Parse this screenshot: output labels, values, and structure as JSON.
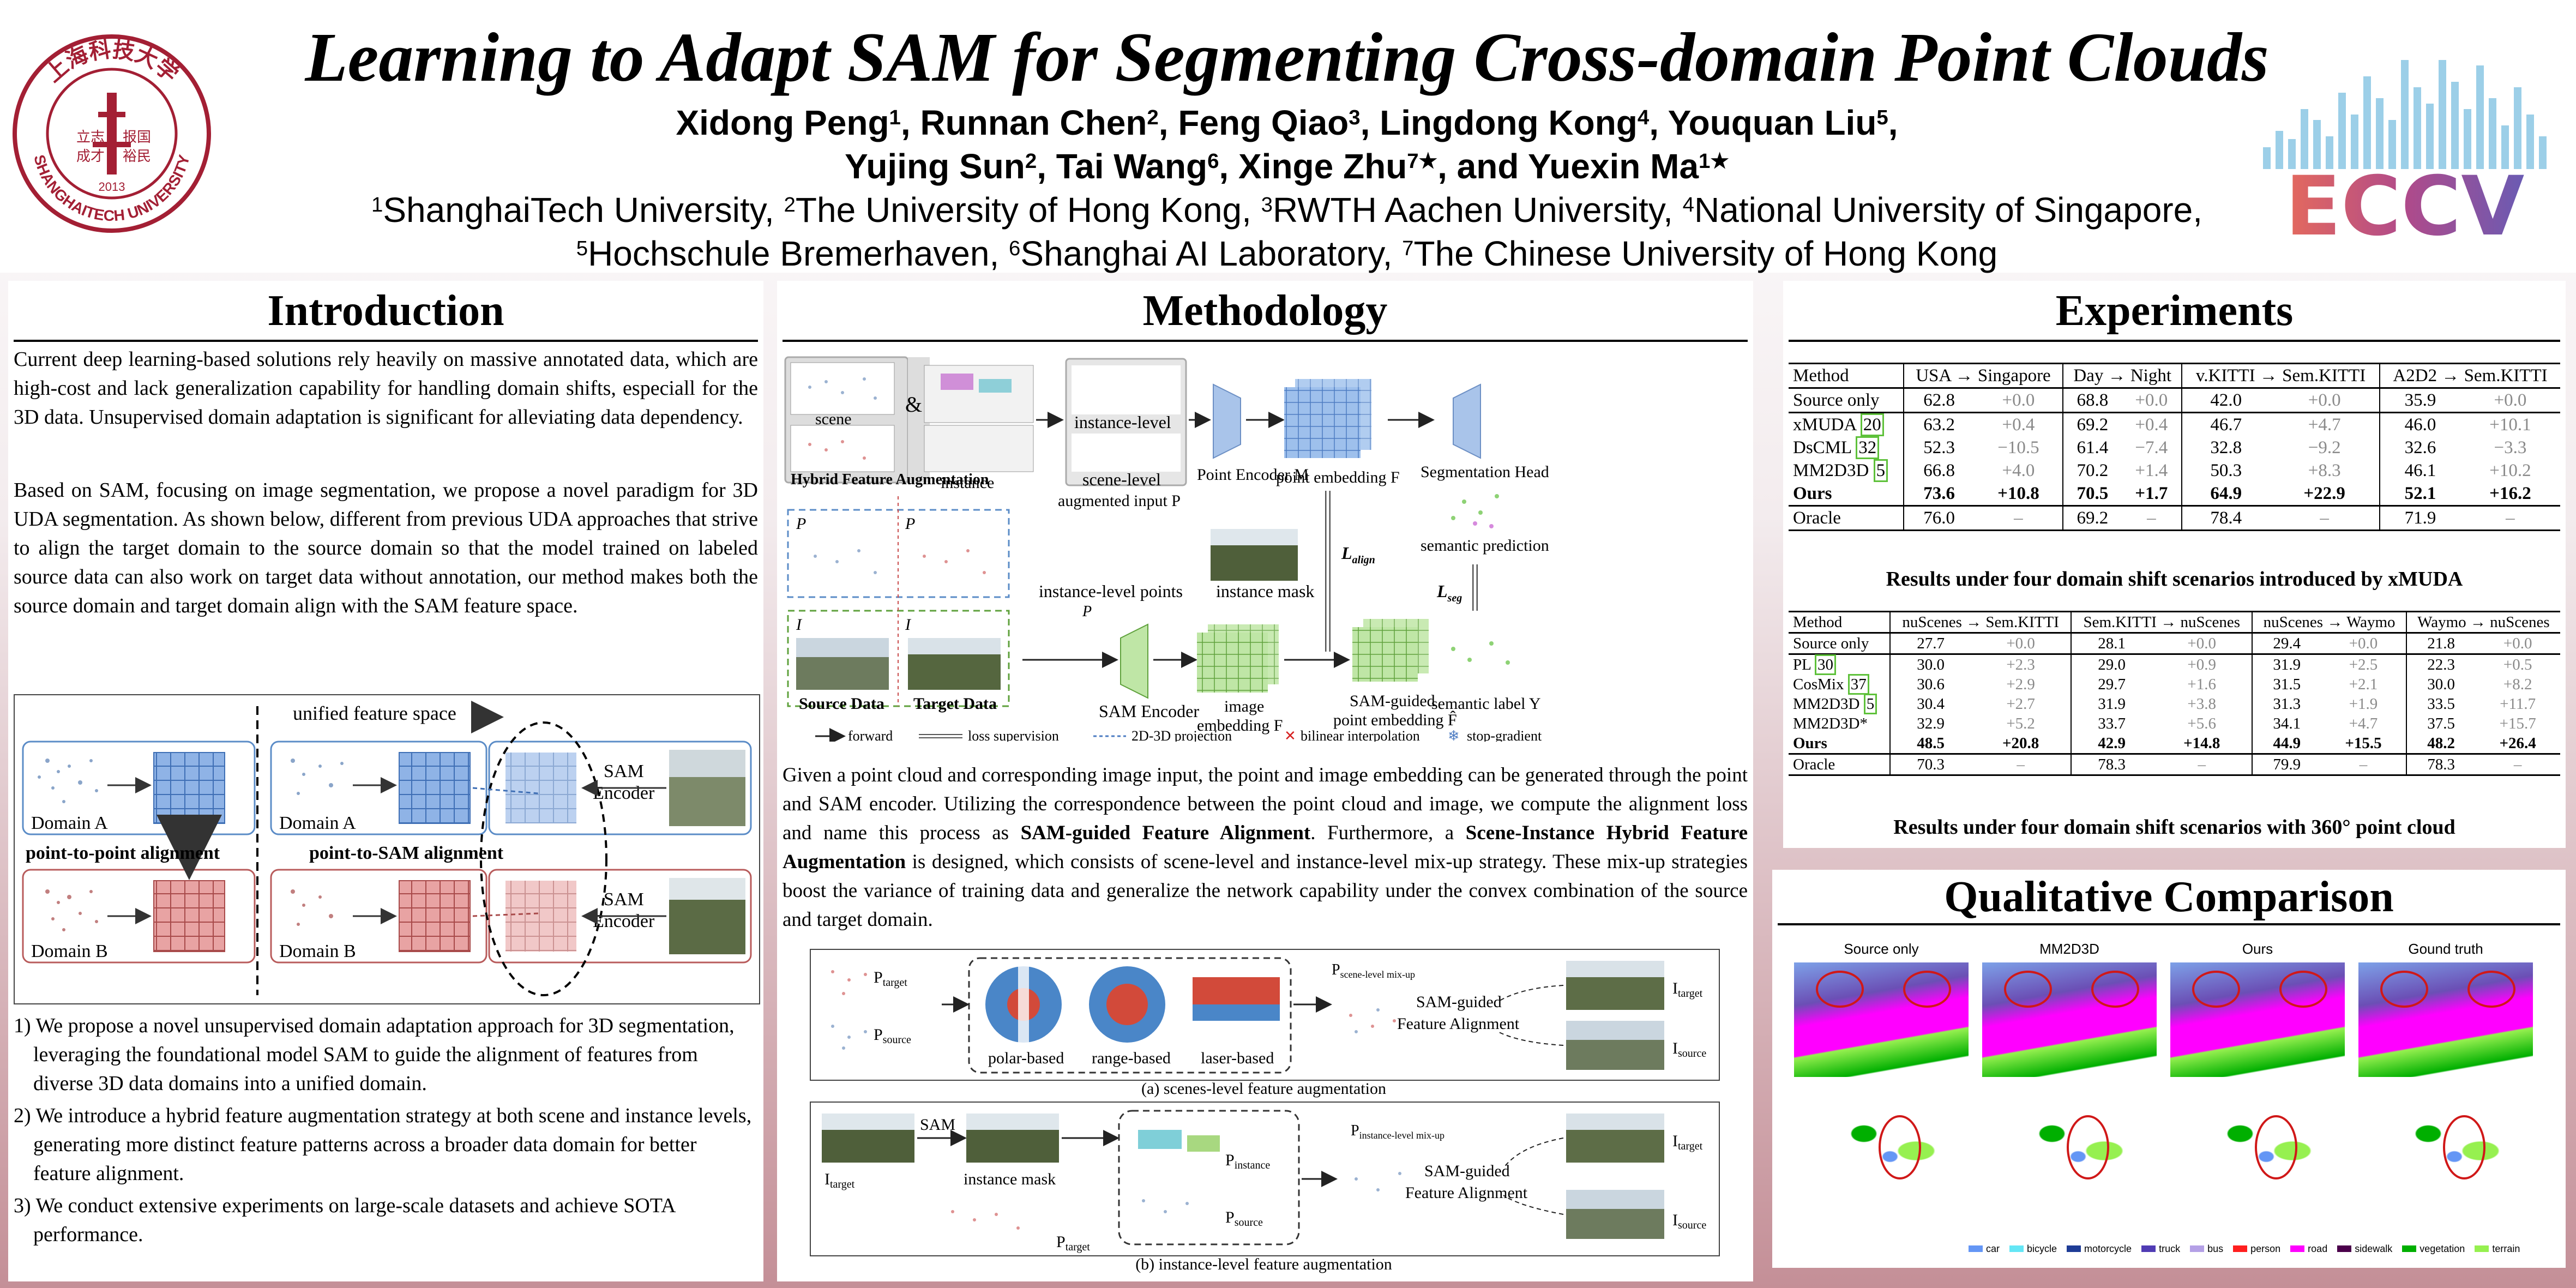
{
  "header": {
    "title": "Learning to Adapt SAM for Segmenting Cross-domain Point Clouds",
    "authors_line1": [
      {
        "name": "Xidong Peng",
        "sup": "1"
      },
      {
        "name": "Runnan Chen",
        "sup": "2"
      },
      {
        "name": "Feng Qiao",
        "sup": "3"
      },
      {
        "name": "Lingdong Kong",
        "sup": "4"
      },
      {
        "name": "Youquan Liu",
        "sup": "5"
      }
    ],
    "authors_line2": [
      {
        "name": "Yujing Sun",
        "sup": "2"
      },
      {
        "name": "Tai Wang",
        "sup": "6"
      },
      {
        "name": "Xinge Zhu",
        "sup": "7★"
      },
      {
        "name": "Yuexin Ma",
        "sup": "1★"
      }
    ],
    "affil_line1": [
      {
        "sup": "1",
        "name": "ShanghaiTech University"
      },
      {
        "sup": "2",
        "name": "The University of Hong Kong"
      },
      {
        "sup": "3",
        "name": "RWTH Aachen University"
      },
      {
        "sup": "4",
        "name": "National University of Singapore"
      }
    ],
    "affil_line2": [
      {
        "sup": "5",
        "name": "Hochschule Bremerhaven"
      },
      {
        "sup": "6",
        "name": "Shanghai AI Laboratory"
      },
      {
        "sup": "7",
        "name": "The Chinese University of Hong Kong"
      }
    ],
    "left_logo": {
      "chinese": "上海科技大学",
      "english": "SHANGHAITECH UNIVERSITY",
      "year": "2013",
      "center_cjk": "立志成才报国裕民"
    },
    "right_logo": {
      "text": "ECCV"
    }
  },
  "intro": {
    "title": "Introduction",
    "p1": "Current deep learning-based solutions rely heavily on massive annotated data, which are high-cost and lack generalization capability for handling domain shifts, especiall for the 3D data. Unsupervised domain adaptation is significant for alleviating data dependency.",
    "p2": "Based on SAM, focusing on image segmentation, we propose a novel paradigm for 3D UDA segmentation. As shown below, different from previous UDA approaches that strive to align the target domain to the source domain so that the model trained on labeled source data can also work on target data without annotation, our method makes both the source domain and target domain align with the SAM feature space.",
    "figure": {
      "unified": "unified feature space",
      "domain_a": "Domain A",
      "domain_b": "Domain B",
      "p2p": "point-to-point  alignment",
      "p2sam": "point-to-SAM alignment",
      "sam_encoder_1": "SAM",
      "sam_encoder_2": "Encoder"
    },
    "contributions": [
      "1) We propose a novel unsupervised domain adaptation approach for 3D segmentation, leveraging the foundational model SAM to guide the alignment of features from diverse 3D data domains into a unified domain.",
      "2) We introduce a hybrid feature augmentation strategy at both scene and instance levels, generating more distinct feature patterns across a broader data domain for better feature alignment.",
      "3) We conduct extensive experiments on large-scale datasets and achieve SOTA performance."
    ]
  },
  "method": {
    "title": "Methodology",
    "fig": {
      "scene": "scene",
      "instance": "instance",
      "hybrid": "Hybrid Feature Augmentation",
      "instance_level": "instance-level",
      "scene_level": "scene-level",
      "augmented": "augmented input P",
      "point_encoder": "Point Encoder M",
      "point_embedding": "point embedding F",
      "seg_head": "Segmentation Head",
      "semantic_pred": "semantic prediction",
      "l_align": "L",
      "l_align_sub": "align",
      "l_seg": "L",
      "l_seg_sub": "seg",
      "p_source": "P",
      "p_target": "P",
      "inst_points": "instance-level points",
      "p_instance": "P",
      "inst_mask": "instance mask",
      "i_source": "I",
      "i_target": "I",
      "source_data": "Source Data",
      "target_data": "Target Data",
      "sam_encoder": "SAM Encoder",
      "image_emb": "image",
      "image_emb2": "embedding F",
      "sam_guided": "SAM-guided",
      "sam_guided2": "point embedding F̂",
      "semantic_label": "semantic label Y",
      "legend_forward": "forward",
      "legend_loss": "loss supervision",
      "legend_proj": "2D-3D projection",
      "legend_bilinear": "bilinear interpolation",
      "legend_stop": "stop-gradient"
    },
    "para_pre": "Given a point cloud and corresponding image input, the point and image embedding can be generated through the point and  SAM encoder. Utilizing the correspondence between the point cloud and image, we compute the alignment loss and name this process as ",
    "para_bold1": "SAM-guided Feature Alignment",
    "para_mid": ". Furthermore, a ",
    "para_bold2": "Scene-Instance Hybrid Feature Augmentation",
    "para_post": " is designed, which consists of scene-level and instance-level mix-up strategy. These mix-up strategies boost the variance of training data and generalize the network capability under the convex combination of the source and target domain.",
    "scene_fig": {
      "p_target": "P",
      "p_target_sub": "target",
      "p_source": "P",
      "p_source_sub": "source",
      "polar": "polar-based",
      "range": "range-based",
      "laser": "laser-based",
      "mixup": "P",
      "mixup_sub": "scene-level mix-up",
      "sam_guided": "SAM-guided",
      "fa": "Feature Alignment",
      "i_target": "I",
      "i_target_sub": "target",
      "i_source": "I",
      "i_source_sub": "source",
      "caption": "(a) scenes-level feature augmentation"
    },
    "inst_fig": {
      "sam": "SAM",
      "i_target": "I",
      "i_target_sub": "target",
      "inst_mask": "instance mask",
      "p_target": "P",
      "p_target_sub": "target",
      "p_instance": "P",
      "p_instance_sub": "instance",
      "p_source": "P",
      "p_source_sub": "source",
      "mixup": "P",
      "mixup_sub": "instance-level mix-up",
      "sam_guided": "SAM-guided",
      "fa": "Feature Alignment",
      "i_target_r": "I",
      "i_source_r": "I",
      "i_source_r_sub": "source",
      "caption": "(b) instance-level feature augmentation"
    }
  },
  "experiments": {
    "title": "Experiments",
    "table1": {
      "headers": [
        "Method",
        "USA → Singapore",
        "Day → Night",
        "v.KITTI → Sem.KITTI",
        "A2D2 → Sem.KITTI"
      ],
      "source": [
        "Source only",
        "62.8",
        "+0.0",
        "68.8",
        "+0.0",
        "42.0",
        "+0.0",
        "35.9",
        "+0.0"
      ],
      "rows": [
        {
          "method": "xMUDA",
          "cite": "20",
          "vals": [
            "63.2",
            "+0.4",
            "69.2",
            "+0.4",
            "46.7",
            "+4.7",
            "46.0",
            "+10.1"
          ]
        },
        {
          "method": "DsCML",
          "cite": "32",
          "vals": [
            "52.3",
            "−10.5",
            "61.4",
            "−7.4",
            "32.8",
            "−9.2",
            "32.6",
            "−3.3"
          ]
        },
        {
          "method": "MM2D3D",
          "cite": "5",
          "vals": [
            "66.8",
            "+4.0",
            "70.2",
            "+1.4",
            "50.3",
            "+8.3",
            "46.1",
            "+10.2"
          ]
        }
      ],
      "ours": [
        "Ours",
        "73.6",
        "+10.8",
        "70.5",
        "+1.7",
        "64.9",
        "+22.9",
        "52.1",
        "+16.2"
      ],
      "oracle": [
        "Oracle",
        "76.0",
        "–",
        "69.2",
        "–",
        "78.4",
        "–",
        "71.9",
        "–"
      ],
      "caption": "Results under four domain shift scenarios introduced by xMUDA"
    },
    "table2": {
      "headers": [
        "Method",
        "nuScenes → Sem.KITTI",
        "Sem.KITTI → nuScenes",
        "nuScenes → Waymo",
        "Waymo → nuScenes"
      ],
      "source": [
        "Source only",
        "27.7",
        "+0.0",
        "28.1",
        "+0.0",
        "29.4",
        "+0.0",
        "21.8",
        "+0.0"
      ],
      "rows": [
        {
          "method": "PL",
          "cite": "30",
          "vals": [
            "30.0",
            "+2.3",
            "29.0",
            "+0.9",
            "31.9",
            "+2.5",
            "22.3",
            "+0.5"
          ]
        },
        {
          "method": "CosMix",
          "cite": "37",
          "vals": [
            "30.6",
            "+2.9",
            "29.7",
            "+1.6",
            "31.5",
            "+2.1",
            "30.0",
            "+8.2"
          ]
        },
        {
          "method": "MM2D3D",
          "cite": "5",
          "vals": [
            "30.4",
            "+2.7",
            "31.9",
            "+3.8",
            "31.3",
            "+1.9",
            "33.5",
            "+11.7"
          ]
        },
        {
          "method": "MM2D3D*",
          "cite": "",
          "vals": [
            "32.9",
            "+5.2",
            "33.7",
            "+5.6",
            "34.1",
            "+4.7",
            "37.5",
            "+15.7"
          ]
        }
      ],
      "ours": [
        "Ours",
        "48.5",
        "+20.8",
        "42.9",
        "+14.8",
        "44.9",
        "+15.5",
        "48.2",
        "+26.4"
      ],
      "oracle": [
        "Oracle",
        "70.3",
        "–",
        "78.3",
        "–",
        "79.9",
        "–",
        "78.3",
        "–"
      ],
      "caption": "Results under four domain shift scenarios with 360° point cloud"
    }
  },
  "qualitative": {
    "title": "Qualitative Comparison",
    "columns": [
      "Source only",
      "MM2D3D",
      "Ours",
      "Gound truth"
    ],
    "legend": [
      {
        "name": "car",
        "color": "#6496f5"
      },
      {
        "name": "bicycle",
        "color": "#64e6f5"
      },
      {
        "name": "motorcycle",
        "color": "#1e3c96"
      },
      {
        "name": "truck",
        "color": "#503cb4"
      },
      {
        "name": "bus",
        "color": "#b4a0e6"
      },
      {
        "name": "person",
        "color": "#ff1e1e"
      },
      {
        "name": "road",
        "color": "#ff00ff"
      },
      {
        "name": "sidewalk",
        "color": "#4b004b"
      },
      {
        "name": "vegetation",
        "color": "#00af00"
      },
      {
        "name": "terrain",
        "color": "#96f050"
      }
    ]
  }
}
